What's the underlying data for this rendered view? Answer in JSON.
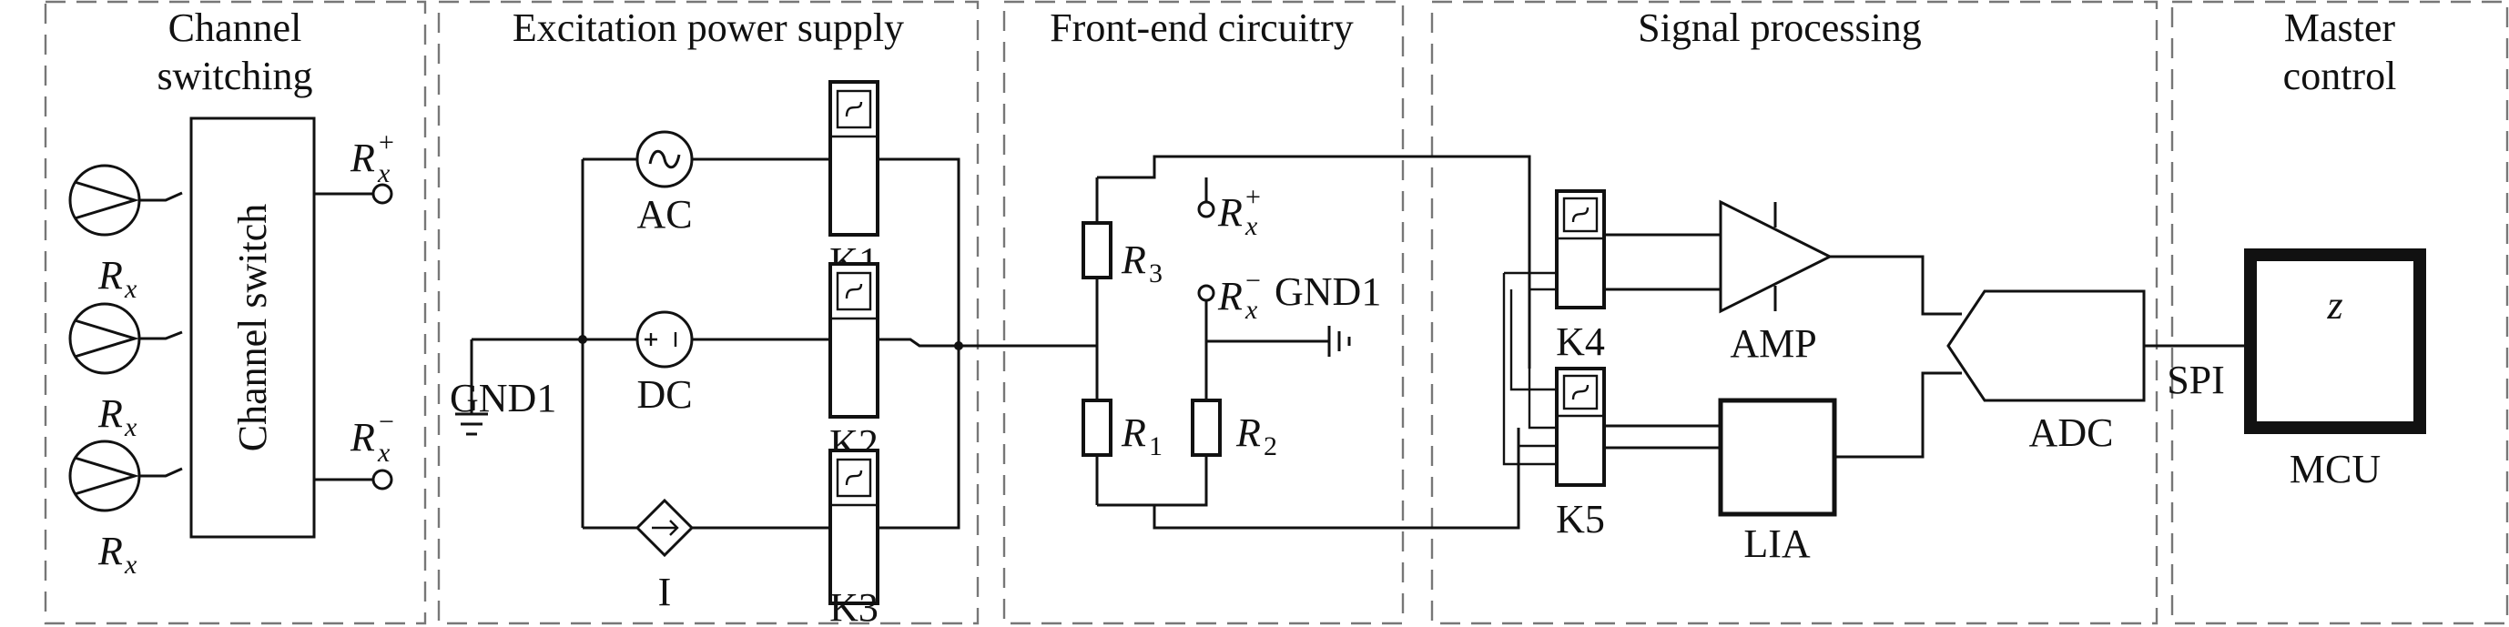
{
  "sections": {
    "channel_line1": "Channel",
    "channel_line2": "switching",
    "excitation": "Excitation power supply",
    "frontend": "Front-end circuitry",
    "signal": "Signal processing",
    "master_line1": "Master",
    "master_line2": "control"
  },
  "channel": {
    "switch_label": "Channel switch",
    "sensor_label": "R",
    "sensor_sub": "x",
    "out_pos_main": "R",
    "out_pos_sub": "x",
    "out_pos_sup": "+",
    "out_neg_main": "R",
    "out_neg_sub": "x",
    "out_neg_sup": "−"
  },
  "excitation": {
    "ac_label": "AC",
    "dc_label": "DC",
    "i_label": "I",
    "k1": "K1",
    "k2": "K2",
    "k3": "K3",
    "gnd_label": "GND1"
  },
  "frontend": {
    "r1": "R",
    "r1_sub": "1",
    "r2": "R",
    "r2_sub": "2",
    "r3": "R",
    "r3_sub": "3",
    "rx_pos_main": "R",
    "rx_pos_sub": "x",
    "rx_pos_sup": "+",
    "rx_neg_main": "R",
    "rx_neg_sub": "x",
    "rx_neg_sup": "−",
    "gnd_label": "GND1"
  },
  "signal": {
    "k4": "K4",
    "k5": "K5",
    "amp": "AMP",
    "lia": "LIA",
    "adc": "ADC",
    "spi": "SPI"
  },
  "master": {
    "mcu": "MCU",
    "mcu_inner": "z"
  }
}
